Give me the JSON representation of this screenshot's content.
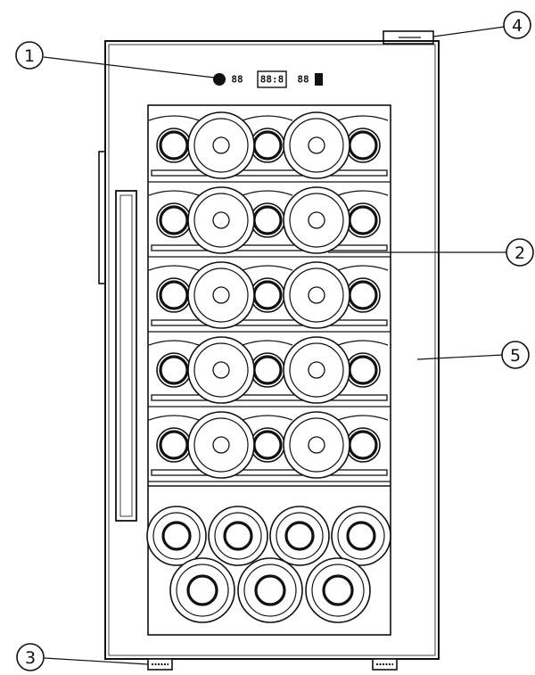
{
  "diagram": {
    "callouts": [
      {
        "id": "callout-1",
        "label": "1"
      },
      {
        "id": "callout-2",
        "label": "2"
      },
      {
        "id": "callout-3",
        "label": "3"
      },
      {
        "id": "callout-4",
        "label": "4"
      },
      {
        "id": "callout-5",
        "label": "5"
      }
    ],
    "control_panel": {
      "display": "88:8",
      "left_indicator": "88",
      "right_indicator": "88"
    },
    "shelves": {
      "rows_of_five": 5,
      "bottom_row_upper": 4,
      "bottom_row_lower": 3
    },
    "colors": {
      "line": "#111111",
      "background": "#ffffff"
    }
  }
}
